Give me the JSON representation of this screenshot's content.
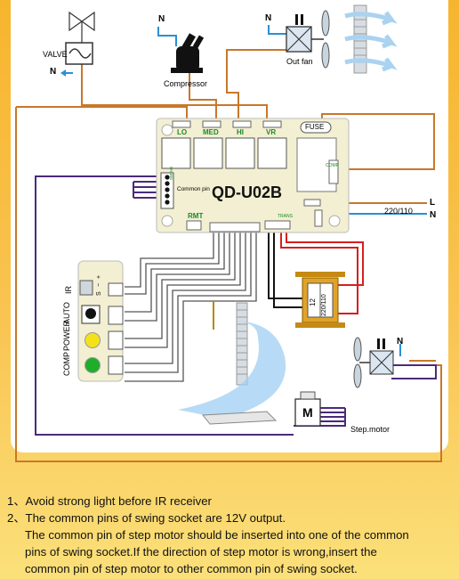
{
  "labels": {
    "n_top_left": "N",
    "valve": "VALVE",
    "n_valve": "N",
    "n_compressor": "N",
    "compressor": "Compressor",
    "n_fan": "N",
    "out_fan": "Out fan",
    "lo": "LO",
    "med": "MED",
    "hi": "HI",
    "vr": "VR",
    "fuse": "FUSE",
    "comp_small": "COMP",
    "common_pin": "Common pin",
    "swing": "SWING",
    "model": "QD-U02B",
    "l": "L",
    "n_power": "N",
    "voltage": "220/110",
    "rmt": "RMT",
    "trans": "TRANS",
    "ir": "IR",
    "auto": "AUTO",
    "power": "POWER",
    "comp": "COMP",
    "transformer_12": "12",
    "transformer_voltage": "220/110",
    "n_swing_motor": "N",
    "step_motor": "Step.motor",
    "motor_m": "M",
    "ir_s": "S",
    "ir_minus": "−",
    "ir_plus": "+"
  },
  "notes": [
    "1、Avoid strong light before IR receiver",
    "2、The common pins of swing socket are 12V output.",
    "The common pin of step motor should be inserted into one of the common",
    "pins of swing  socket.If the direction of step motor is wrong,insert the",
    "common pin of step motor to other  common pin of swing socket."
  ],
  "colors": {
    "wire_orange": "#c8772a",
    "wire_purple": "#4b2a7a",
    "wire_red": "#d42020",
    "wire_blue": "#2a8fd6",
    "wire_black": "#111111",
    "board": "#f3efd2",
    "led_yellow": "#f3e21a",
    "led_green": "#1fae2a",
    "background": "#f7b52e"
  }
}
